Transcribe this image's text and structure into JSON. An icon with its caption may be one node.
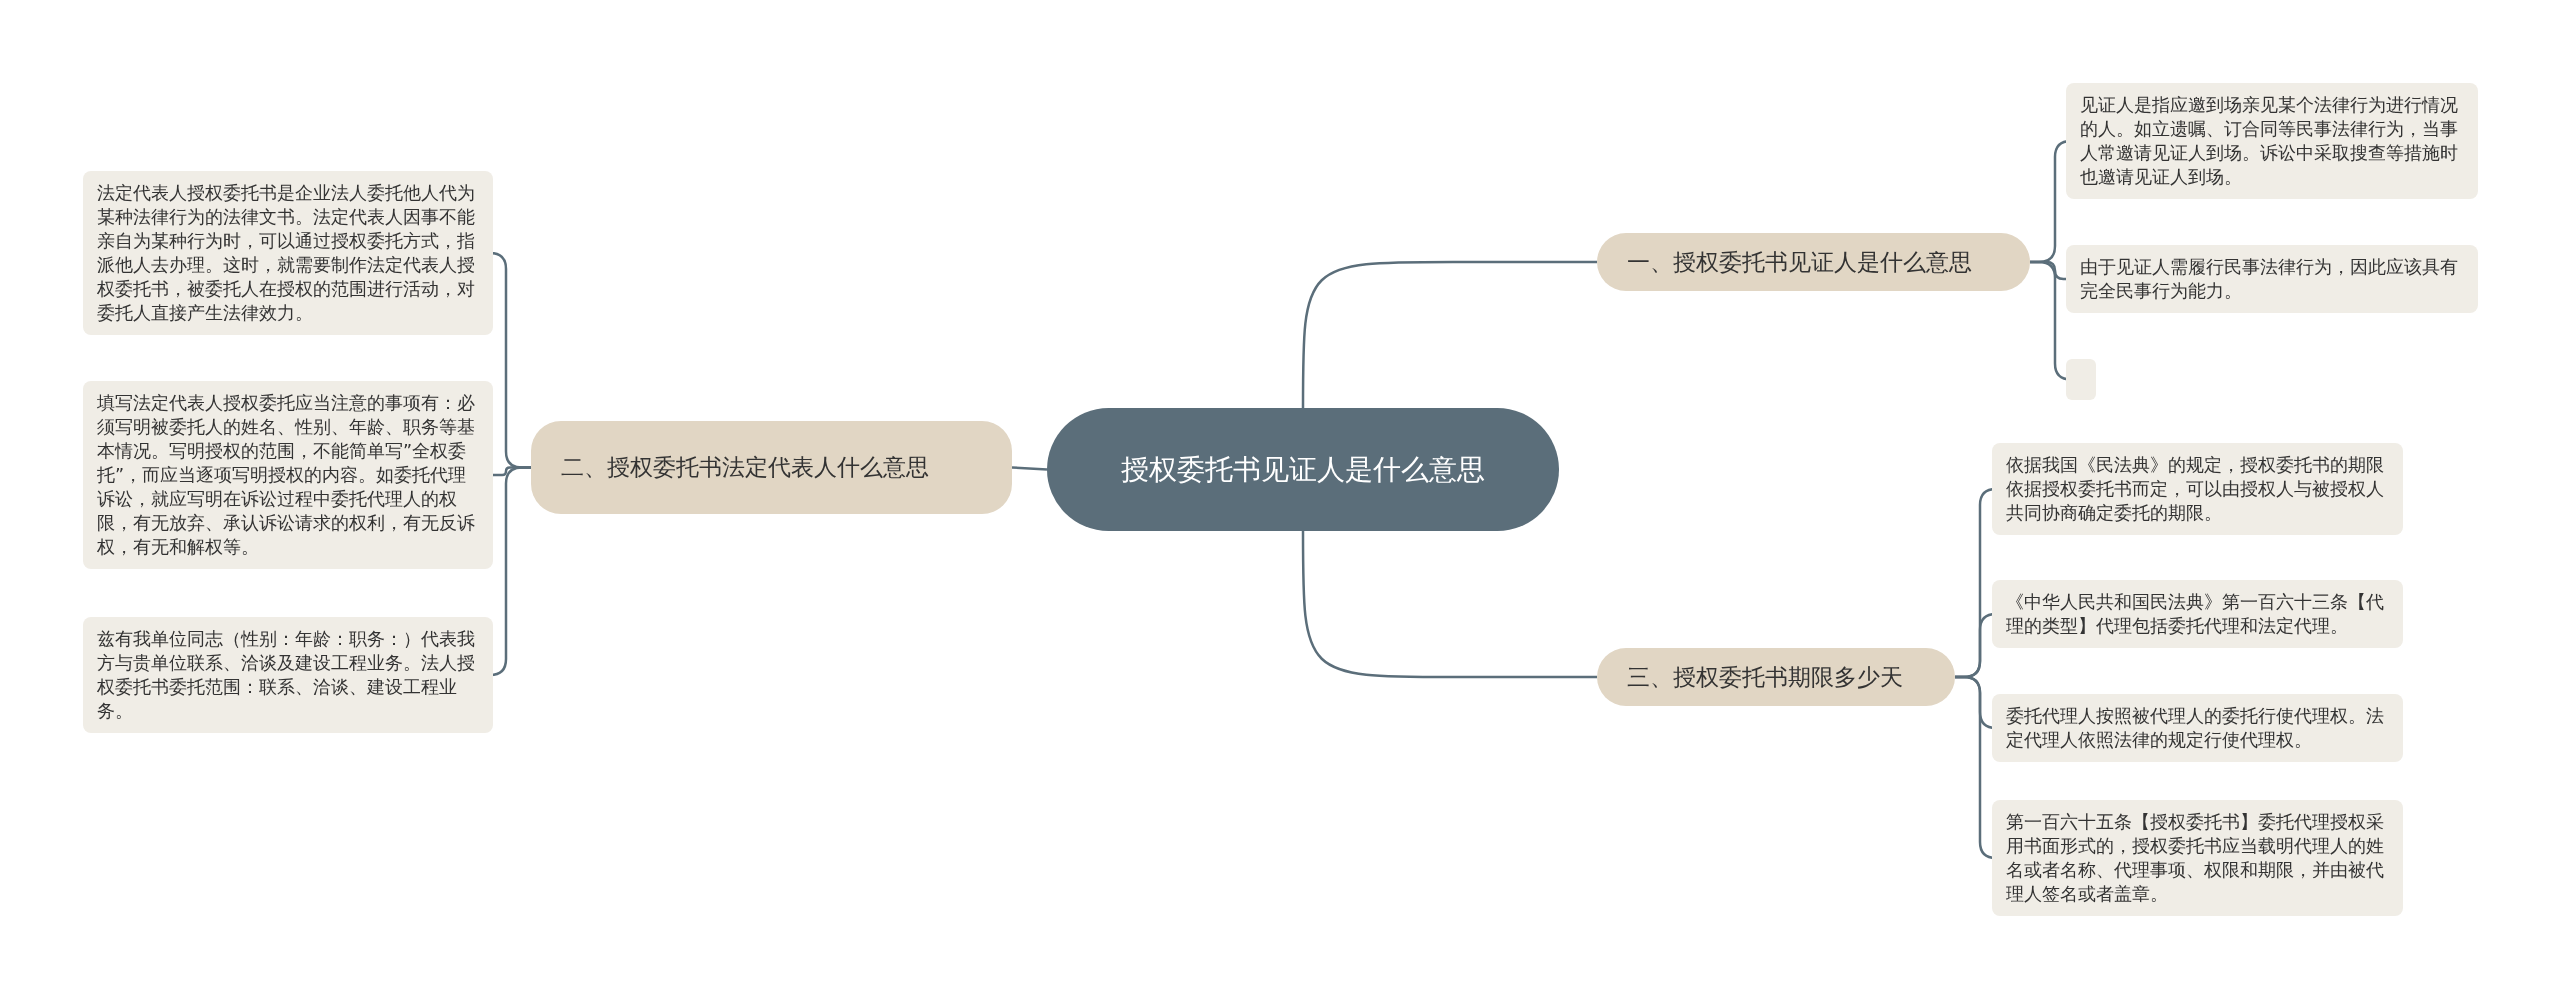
{
  "diagram": {
    "nodes": [
      {
        "text": [
          "授权委托书见证人是什么意思"
        ]
      },
      {
        "text": [
          "一、授权委托书见证人是什么意思"
        ]
      },
      {
        "text": [
          "见证人是指应邀到场亲见某个法律行为进行情况的人。如立遗嘱、订合同等民事法律行为，当事人常邀请见证人到场。诉讼中采取搜查等措施时也邀请见证人到场。"
        ]
      },
      {
        "text": [
          "由于见证人需履行民事法律行为，因此应该具有完全民事行为能力。"
        ]
      },
      {
        "text": [],
        "shape": "box"
      },
      {
        "text": [
          "二、授权委托书法定代表人什么意思"
        ]
      },
      {
        "text": [
          "法定代表人授权委托书是企业法人委托他人代为某种法律行为的法律文书。法定代表人因事不能亲自为某种行为时，可以通过授权委托方式，指派他人去办理。这时，就需要制作法定代表人授权委托书，被委托人在授权的范围进行活动，对委托人直接产生法律效力。"
        ]
      },
      {
        "text": [
          "填写法定代表人授权委托应当注意的事项有：必须写明被委托人的姓名、性别、年龄、职务等基本情况。写明授权的范围，不能简单写”全权委托”，而应当逐项写明授权的内容。如委托代理诉讼，就应写明在诉讼过程中委托代理人的权限，有无放弃、承认诉讼请求的权利，有无反诉权，有无和解权等。"
        ]
      },
      {
        "text": [
          "兹有我单位同志（性别：年龄：职务：）代表我方与贵单位联系、洽谈及建设工程业务。法人授权委托书委托范围：联系、洽谈、建设工程业务。"
        ]
      },
      {
        "text": [
          "三、授权委托书期限多少天"
        ]
      },
      {
        "text": [
          "依据我国《民法典》的规定，授权委托书的期限依据授权委托书而定，可以由授权人与被授权人共同协商确定委托的期限。"
        ]
      },
      {
        "text": [
          "《中华人民共和国民法典》第一百六十三条【代理的类型】代理包括委托代理和法定代理。"
        ]
      },
      {
        "text": [
          "委托代理人按照被代理人的委托行使代理权。法定代理人依照法律的规定行使代理权。"
        ]
      },
      {
        "text": [
          "第一百六十五条【授权委托书】委托代理授权采用书面形式的，授权委托书应当载明代理人的姓名或者名称、代理事项、权限和期限，并由被代理人签名或者盖章。"
        ]
      }
    ],
    "edges": [
      {
        "from": 0,
        "to": 1,
        "arrow": "none"
      },
      {
        "from": 1,
        "to": 2,
        "arrow": "none"
      },
      {
        "from": 1,
        "to": 3,
        "arrow": "none"
      },
      {
        "from": 1,
        "to": 4,
        "arrow": "none"
      },
      {
        "from": 0,
        "to": 5,
        "arrow": "none"
      },
      {
        "from": 5,
        "to": 6,
        "arrow": "none"
      },
      {
        "from": 5,
        "to": 7,
        "arrow": "none"
      },
      {
        "from": 5,
        "to": 8,
        "arrow": "none"
      },
      {
        "from": 0,
        "to": 9,
        "arrow": "none"
      },
      {
        "from": 9,
        "to": 10,
        "arrow": "none"
      },
      {
        "from": 9,
        "to": 11,
        "arrow": "none"
      },
      {
        "from": 9,
        "to": 12,
        "arrow": "none"
      },
      {
        "from": 9,
        "to": 13,
        "arrow": "none"
      }
    ]
  }
}
